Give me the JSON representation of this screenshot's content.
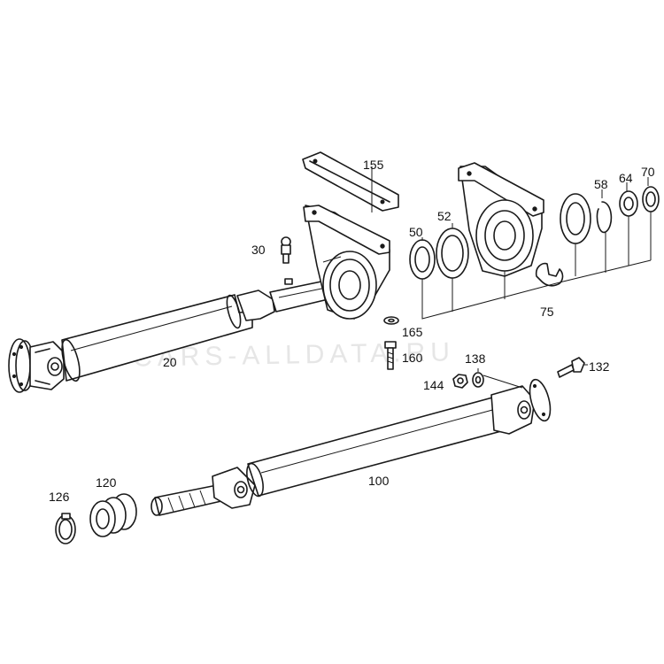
{
  "watermark": "CARS-ALLDATA.RU",
  "parts": [
    {
      "id": "p155",
      "number": "155"
    },
    {
      "id": "p30",
      "number": "30"
    },
    {
      "id": "p50",
      "number": "50"
    },
    {
      "id": "p52",
      "number": "52"
    },
    {
      "id": "p58",
      "number": "58"
    },
    {
      "id": "p64",
      "number": "64"
    },
    {
      "id": "p70",
      "number": "70"
    },
    {
      "id": "p75",
      "number": "75"
    },
    {
      "id": "p165",
      "number": "165"
    },
    {
      "id": "p160",
      "number": "160"
    },
    {
      "id": "p20",
      "number": "20"
    },
    {
      "id": "p138",
      "number": "138"
    },
    {
      "id": "p132",
      "number": "132"
    },
    {
      "id": "p144",
      "number": "144"
    },
    {
      "id": "p100",
      "number": "100"
    },
    {
      "id": "p120",
      "number": "120"
    },
    {
      "id": "p126",
      "number": "126"
    }
  ]
}
